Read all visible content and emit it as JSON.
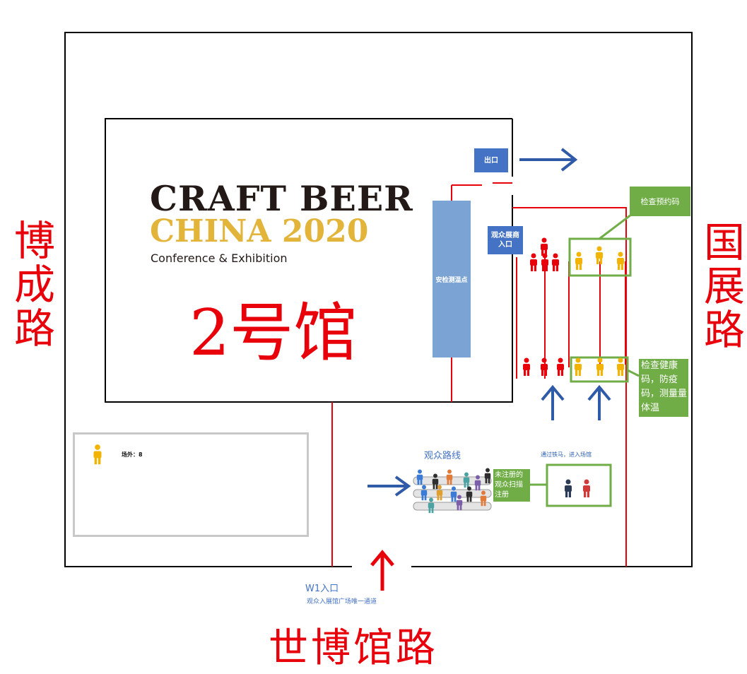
{
  "roads": {
    "left": "博成路",
    "right": "国展路",
    "bottom": "世博馆路"
  },
  "hall": {
    "logo_line1": "CRAFT BEER",
    "logo_line2": "CHINA 2020",
    "logo_line3": "Conference & Exhibition",
    "name": "2号馆"
  },
  "labels": {
    "exit": "出口",
    "exhibitor_entrance": "观众展商入口",
    "security": "安检测温点",
    "check_reservation": "检查预约码",
    "check_health": "检查健康码，防疫码，测量量体温",
    "unregistered": "未注册的观众扫描注册",
    "route_title": "观众路线",
    "route_note": "通过铁马，进入场馆",
    "outside_count": "场外：8",
    "w1_entrance": "W1入口",
    "w1_note": "观众入展馆广场唯一通道"
  },
  "colors": {
    "red": "#e8000b",
    "blue_arrow": "#2f5aa8",
    "blue_box": "#4472c4",
    "security_box": "#7ba3d3",
    "green": "#70ad47",
    "person_red": "#e8000b",
    "person_yellow": "#f2b400"
  }
}
